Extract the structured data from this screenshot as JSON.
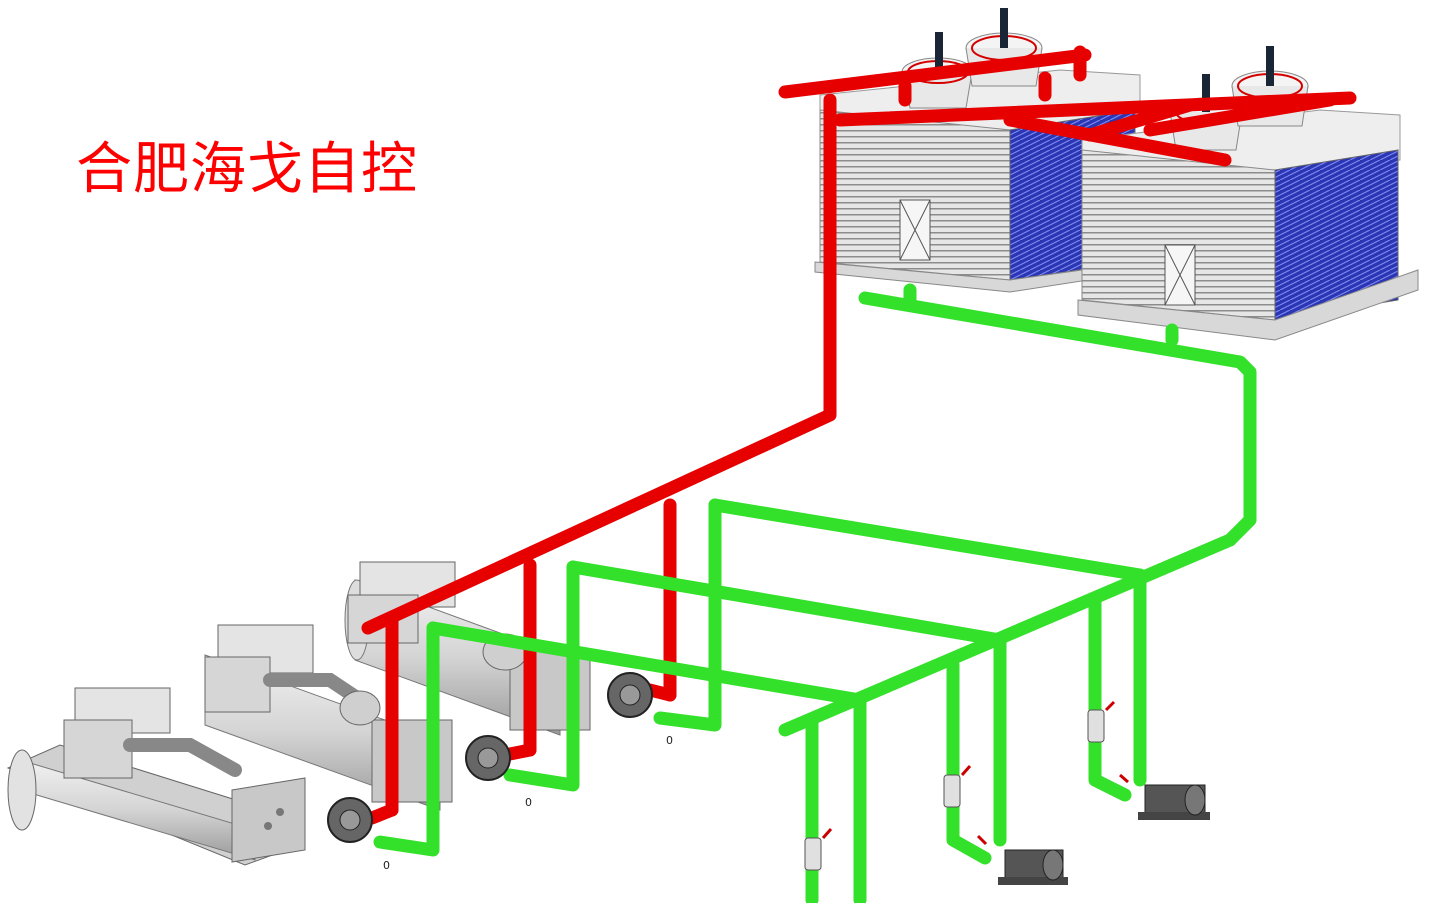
{
  "title": "合肥海戈自控",
  "gauge_labels": [
    "0",
    "0",
    "0"
  ],
  "colors": {
    "title": "#ff0000",
    "hot_pipe": "#e60000",
    "cold_pipe": "#33e02a",
    "equipment": "#d9d9d9",
    "coil": "#1f2aa0",
    "background": "#ffffff"
  },
  "icons": [
    "cooling-tower-icon",
    "chiller-icon",
    "pump-icon",
    "valve-icon",
    "fan-icon"
  ]
}
